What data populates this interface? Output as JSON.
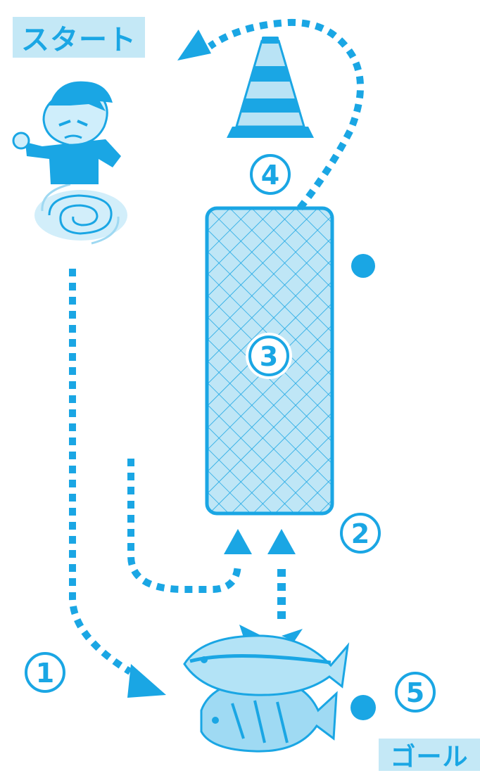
{
  "labels": {
    "start": "スタート",
    "goal": "ゴール"
  },
  "steps": [
    "①",
    "②",
    "③",
    "④",
    "⑤"
  ],
  "icons": {
    "runner": "running-boy-icon",
    "cone": "traffic-cone-icon",
    "net": "net-mat-icon",
    "fish": "fish-pile-icon",
    "ball": "ball-icon"
  },
  "colors": {
    "primary": "#1aa6e4",
    "light": "#bfe6f6",
    "label_bg": "#c4e8f6"
  }
}
